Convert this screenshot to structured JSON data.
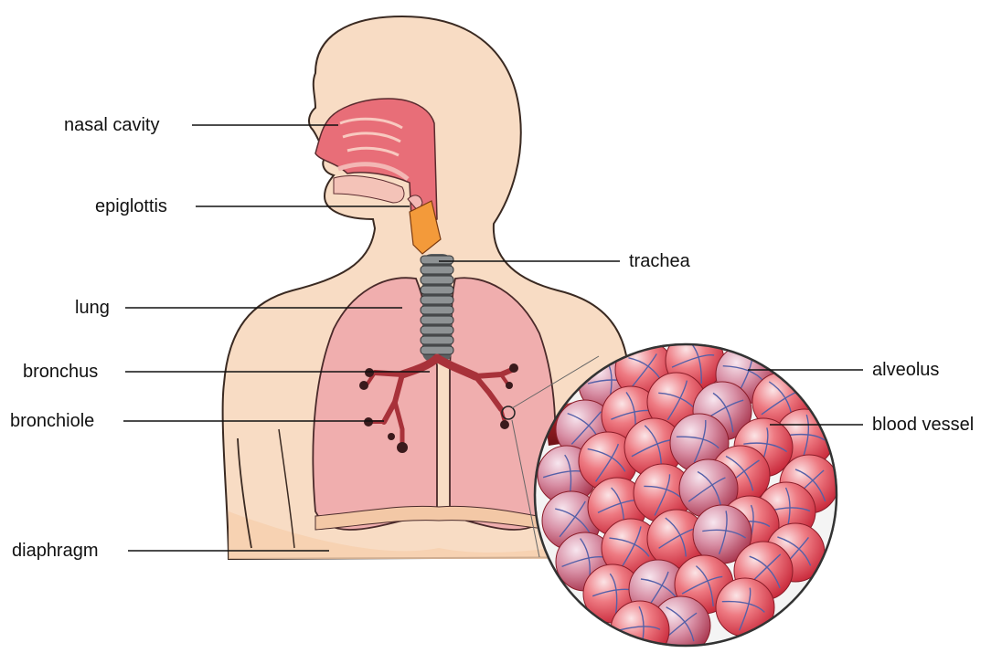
{
  "labels": {
    "nasal_cavity": "nasal cavity",
    "epiglottis": "epiglottis",
    "trachea": "trachea",
    "lung": "lung",
    "bronchus": "bronchus",
    "bronchiole": "bronchiole",
    "diaphragm": "diaphragm",
    "alveolus": "alveolus",
    "blood_vessel": "blood vessel"
  },
  "colors": {
    "skin": "#f8dcc4",
    "skin_outline": "#3a2a22",
    "lung": "#f0aeae",
    "nasal": "#e86e78",
    "trachea_ring": "#6f7274",
    "larynx": "#f39a3a",
    "bronchi": "#b0313a",
    "alveolus": "#e8505a",
    "vessel": "#5560a8"
  }
}
